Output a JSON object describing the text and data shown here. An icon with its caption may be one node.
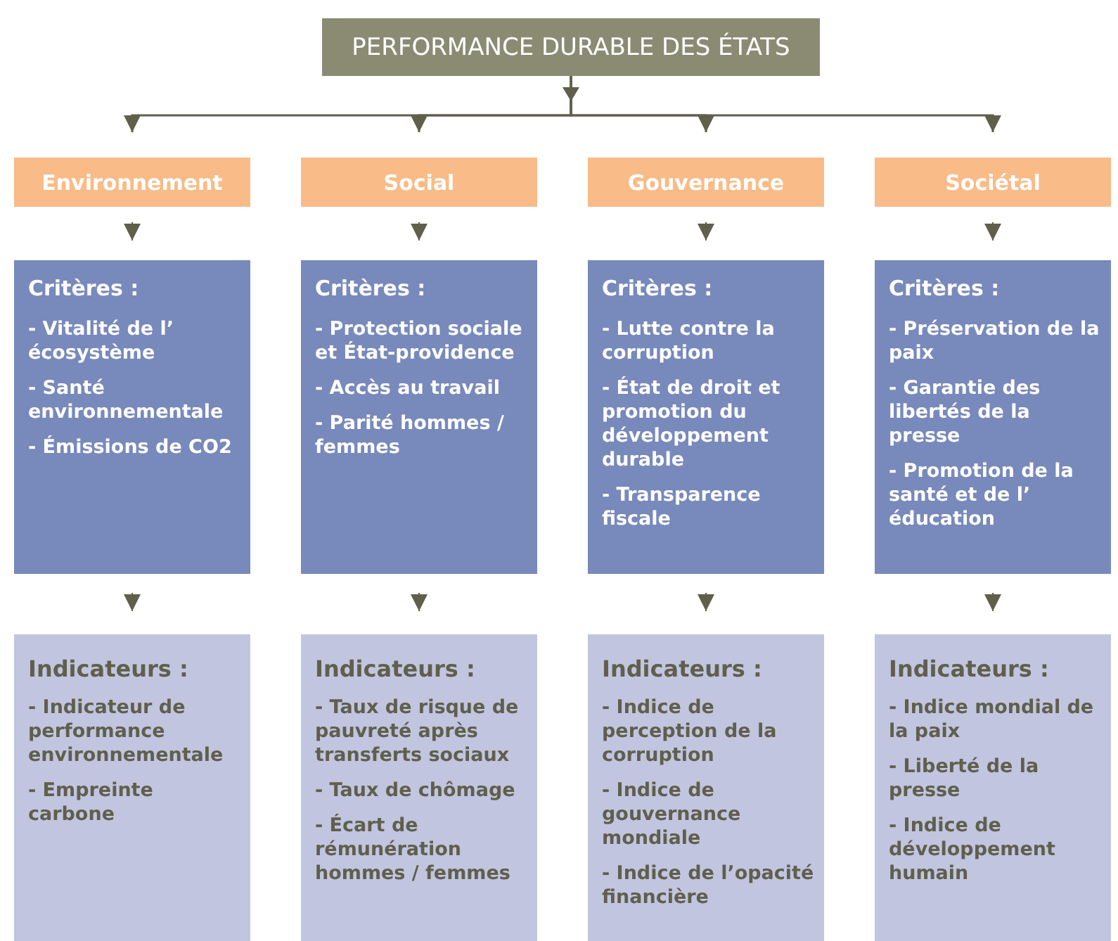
{
  "diagram": {
    "nodes": [
      {
        "text": [
          "PERFORMANCE DURABLE DES ÉTATS"
        ]
      },
      {
        "text": [
          "Environnement"
        ]
      },
      {
        "text": [
          "Social"
        ]
      },
      {
        "text": [
          "Gouvernance"
        ]
      },
      {
        "text": [
          "Sociétal"
        ]
      },
      {
        "text": [
          "Critères :",
          "- Vitalité de l’ écosystème",
          "- Santé environnementale",
          "- Émissions de CO2"
        ]
      },
      {
        "text": [
          "Critères :",
          "- Protection sociale et État-providence",
          "- Accès au travail",
          "- Parité hommes / femmes"
        ]
      },
      {
        "text": [
          "Critères :",
          "- Lutte contre la corruption",
          "- État de droit et promotion du développement durable",
          "- Transparence fiscale"
        ]
      },
      {
        "text": [
          "Critères :",
          "- Préservation de la paix",
          "- Garantie des libertés de la presse",
          "- Promotion de la santé et de l’ éducation"
        ]
      },
      {
        "text": [
          "Indicateurs :",
          "- Indicateur de performance environnementale",
          "- Empreinte carbone"
        ]
      },
      {
        "text": [
          "Indicateurs :",
          "- Taux de risque de pauvreté après transferts sociaux",
          "- Taux de chômage",
          "- Écart de rémunération hommes / femmes"
        ]
      },
      {
        "text": [
          "Indicateurs :",
          "- Indice de perception de la corruption",
          "- Indice de gouvernance mondiale",
          "- Indice de l’opacité financière"
        ]
      },
      {
        "text": [
          "Indicateurs :",
          "- Indice mondial de la paix",
          "- Liberté de la presse",
          "- Indice de développement humain"
        ]
      }
    ],
    "edges": [
      {
        "from": 0,
        "to": 1,
        "arrow": "to"
      },
      {
        "from": 0,
        "to": 2,
        "arrow": "to"
      },
      {
        "from": 0,
        "to": 3,
        "arrow": "to"
      },
      {
        "from": 0,
        "to": 4,
        "arrow": "to"
      },
      {
        "from": 1,
        "to": 5,
        "arrow": "to"
      },
      {
        "from": 2,
        "to": 6,
        "arrow": "to"
      },
      {
        "from": 3,
        "to": 7,
        "arrow": "to"
      },
      {
        "from": 4,
        "to": 8,
        "arrow": "to"
      },
      {
        "from": 5,
        "to": 9,
        "arrow": "to"
      },
      {
        "from": 6,
        "to": 10,
        "arrow": "to"
      },
      {
        "from": 7,
        "to": 11,
        "arrow": "to"
      },
      {
        "from": 8,
        "to": 12,
        "arrow": "to"
      }
    ]
  }
}
